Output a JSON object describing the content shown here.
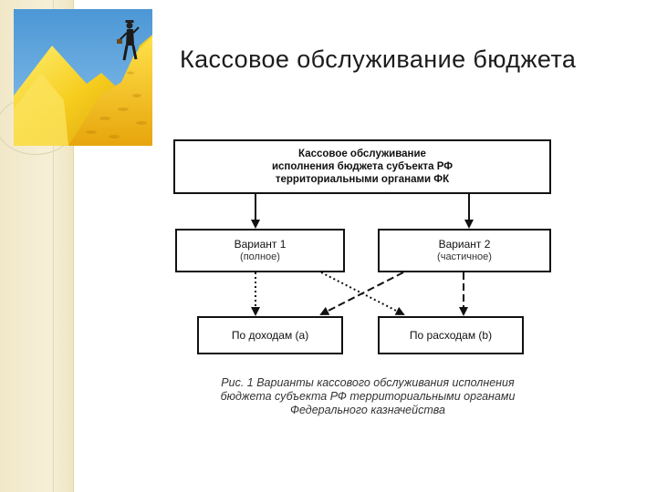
{
  "slide": {
    "title": "Кассовое обслуживание бюджета"
  },
  "diagram": {
    "top_box": {
      "line1": "Кассовое обслуживание",
      "line2": "исполнения бюджета субъекта РФ",
      "line3": "территориальными органами ФК"
    },
    "variant1": {
      "label": "Вариант 1",
      "note": "(полное)"
    },
    "variant2": {
      "label": "Вариант 2",
      "note": "(частичное)"
    },
    "income_box": {
      "label": "По доходам (а)"
    },
    "expense_box": {
      "label": "По расходам (b)"
    },
    "caption": {
      "line1": "Рис. 1  Варианты кассового обслуживания исполнения",
      "line2": "бюджета субъекта РФ территориальными органами",
      "line3": "Федерального казначейства"
    }
  },
  "colors": {
    "sky": "#5fa7dd",
    "gold": "#f3c21a",
    "strip": "#f3ebcf"
  },
  "icons": {
    "picture": "climber-on-gold-coin-mountain"
  }
}
